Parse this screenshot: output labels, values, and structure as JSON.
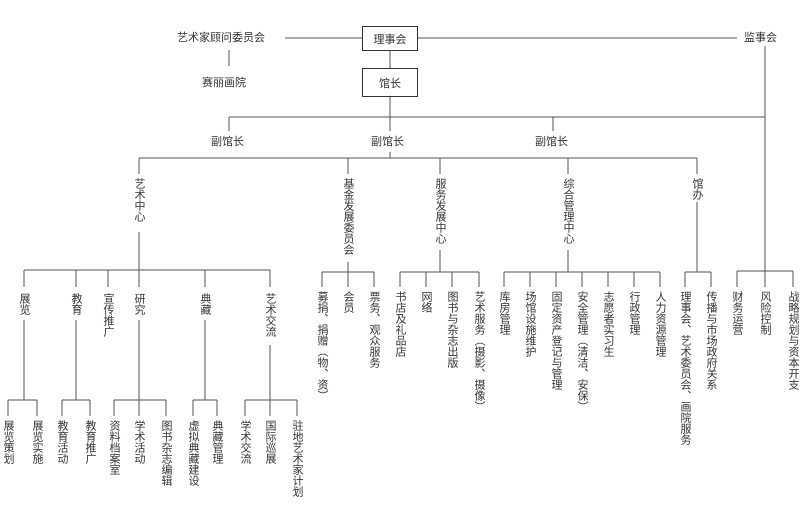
{
  "top": {
    "board": "理事会",
    "advisory": "艺术家顾问委员会",
    "gallery": "赛丽画院",
    "supervisory": "监事会",
    "director": "馆长",
    "deputies": [
      "副馆长",
      "副馆长",
      "副馆长"
    ]
  },
  "departments": {
    "art_center": "艺术中心",
    "foundation": "基金发展委员会",
    "service": "服务发展中心",
    "admin": "综合管理中心",
    "office": "馆办"
  },
  "art_center": {
    "exhibition": {
      "label": "展览",
      "subs": [
        "展览策划",
        "展览实施"
      ]
    },
    "education": {
      "label": "教育",
      "subs": [
        "教育活动",
        "教育推广"
      ]
    },
    "promotion": {
      "label": "宣传推广"
    },
    "research": {
      "label": "研究",
      "subs": [
        "资料档案室",
        "学术活动",
        "图书杂志编辑"
      ]
    },
    "collection": {
      "label": "典藏",
      "subs": [
        "虚拟典藏建设",
        "典藏管理"
      ]
    },
    "exchange": {
      "label": "艺术交流",
      "subs": [
        "学术交流",
        "国际巡展",
        "驻地艺术家计划"
      ]
    }
  },
  "foundation": {
    "items": [
      "募捐、捐赠（物、资）",
      "会员",
      "票务、观众服务"
    ]
  },
  "service": {
    "items": [
      "书店及礼品店",
      "网络",
      "图书与杂志出版",
      "艺术服务（摄影、摄像）"
    ]
  },
  "admin": {
    "items": [
      "库房管理",
      "场馆设施维护",
      "固定资产登记与管理",
      "安全管理（清洁、安保）",
      "志愿者实习生",
      "行政管理",
      "人力资源管理"
    ]
  },
  "office": {
    "items": [
      "理事会、艺术委员会、画院服务",
      "传播与市场政府关系"
    ]
  },
  "supervisory_items": [
    "财务运营",
    "风险控制",
    "战略规划与资本开支"
  ]
}
